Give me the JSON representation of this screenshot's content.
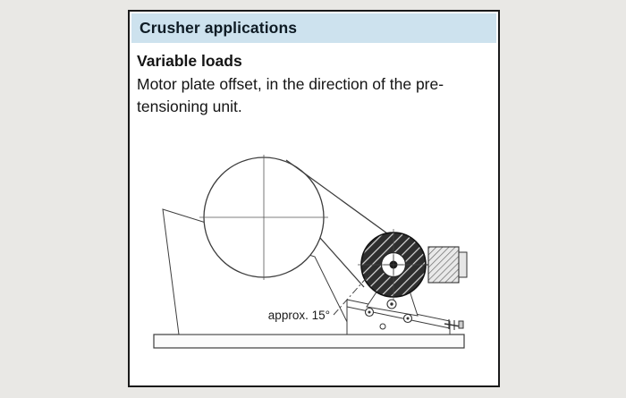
{
  "header": {
    "title": "Crusher applications"
  },
  "content": {
    "subtitle": "Variable loads",
    "description": "Motor plate offset, in the direction of the pre-tensioning unit."
  },
  "figure": {
    "angle_label": "approx. 15°"
  },
  "colors": {
    "page_background": "#e9e8e5",
    "card_background": "#ffffff",
    "header_background": "#cde2ee",
    "card_border": "#1a1a1a",
    "line_art": "#3d3d3d",
    "pulley_dark": "#2e2e2e",
    "text": "#141414"
  }
}
